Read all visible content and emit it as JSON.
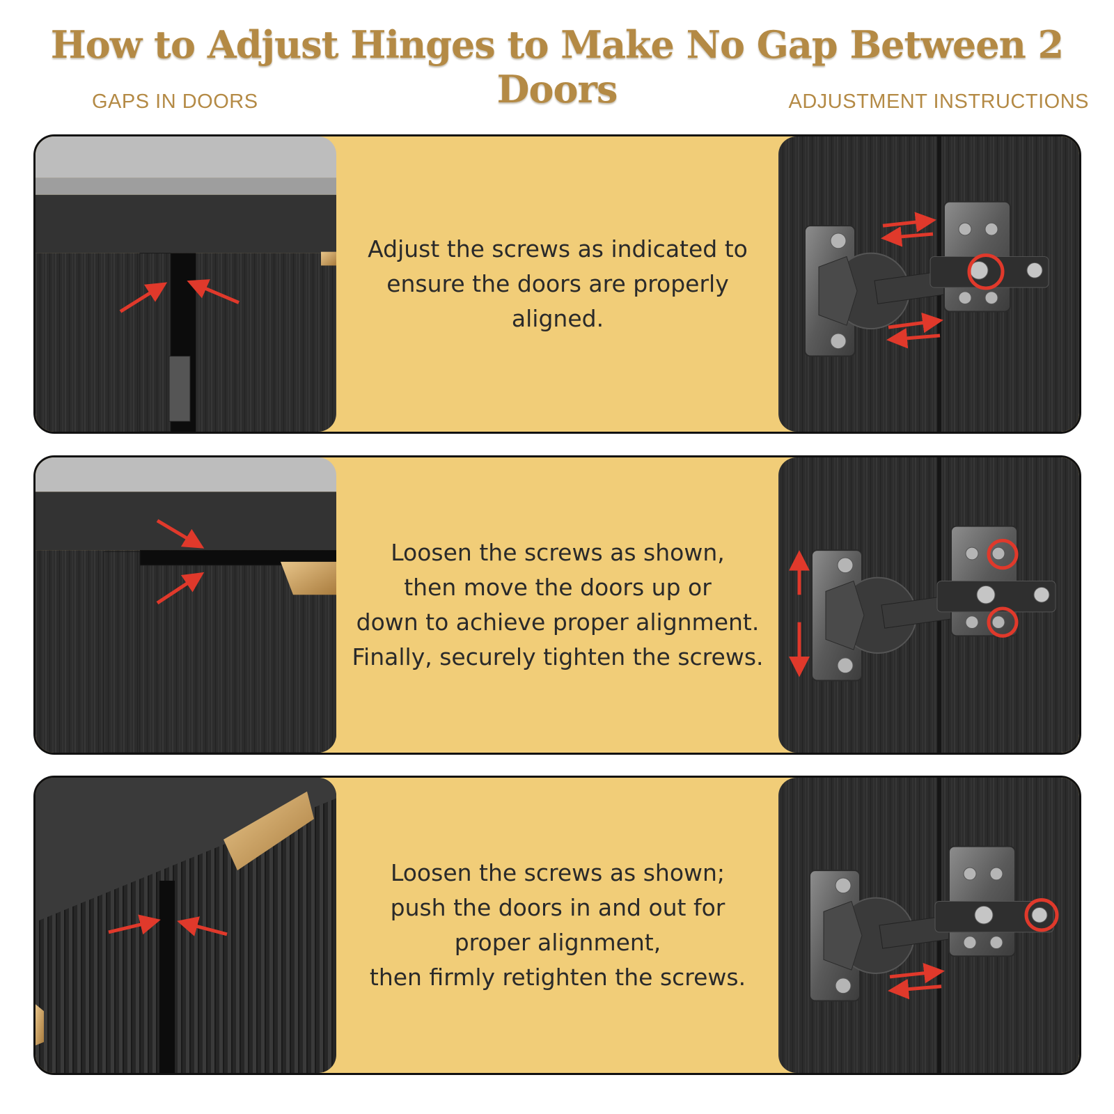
{
  "title": "How to Adjust Hinges to Make No Gap Between 2 Doors",
  "headers": {
    "left": "GAPS IN DOORS",
    "right": "ADJUSTMENT INSTRUCTIONS"
  },
  "steps": [
    {
      "lines": [
        "Adjust the screws as indicated to",
        "ensure the doors are properly aligned."
      ]
    },
    {
      "lines": [
        "Loosen the screws as shown,",
        "then move the doors up or",
        "down to achieve proper alignment.",
        "Finally, securely tighten the screws."
      ]
    },
    {
      "lines": [
        "Loosen the screws as shown;",
        "push the doors in and out for",
        "proper alignment,",
        "then firmly retighten the screws."
      ]
    }
  ],
  "colors": {
    "title": "#b48a45",
    "panel_bg": "#f1cd78",
    "arrow": "#e0392b",
    "wood": "#2b2b2b"
  }
}
